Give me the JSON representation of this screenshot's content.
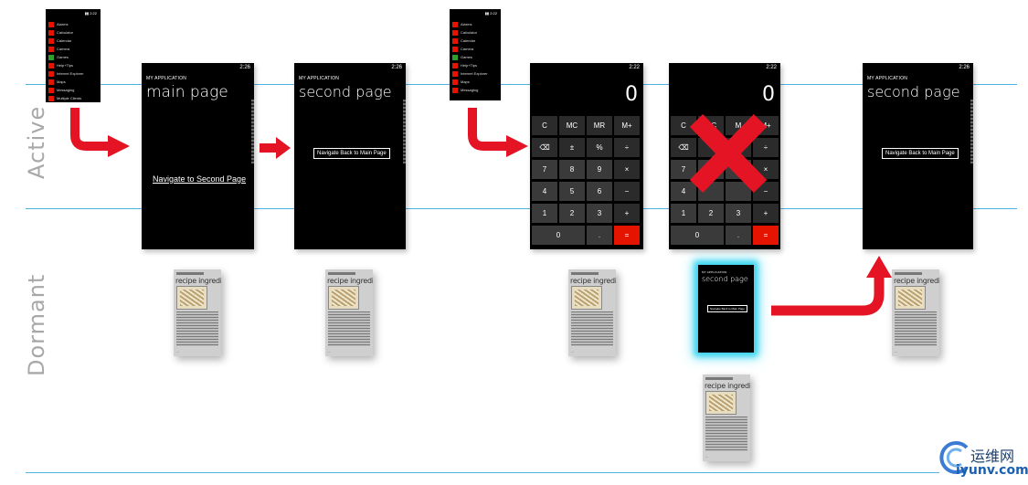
{
  "lanes": {
    "active": "Active",
    "dormant": "Dormant"
  },
  "colors": {
    "lane_line": "#4fb3e6",
    "arrow": "#e51425",
    "calc_accent": "#e51400",
    "glow": "#39d5f0",
    "dormant_label": "#a8a8a8"
  },
  "app_list": {
    "items": [
      "Alarms",
      "Calculator",
      "Calendar",
      "Camera",
      "Games",
      "Help+Tips",
      "Internet Explorer",
      "Maps",
      "Messaging",
      "Multiple Clients"
    ]
  },
  "screens": {
    "main": {
      "time": "2:26",
      "app_title": "MY APPLICATION",
      "page_title": "main page",
      "link": "Navigate to Second Page"
    },
    "second": {
      "time": "2:26",
      "app_title": "MY APPLICATION",
      "page_title": "second page",
      "button": "Navigate Back to Main Page"
    },
    "calc": {
      "time": "2:22",
      "display": "0",
      "keys": [
        "C",
        "MC",
        "MR",
        "M+",
        "⌫",
        "±",
        "%",
        "÷",
        "7",
        "8",
        "9",
        "×",
        "4",
        "5",
        "6",
        "−",
        "1",
        "2",
        "3",
        "+",
        "0",
        ".",
        "="
      ]
    },
    "calc2": {
      "time": "2:22",
      "display": "0",
      "keys": [
        "C",
        "MC",
        "M",
        "M+",
        "⌫",
        "",
        "",
        "÷",
        "7",
        "",
        "",
        "×",
        "4",
        "",
        "",
        "−",
        "1",
        "2",
        "3",
        "+",
        "0",
        ".",
        "="
      ]
    },
    "second_final": {
      "time": "2:26",
      "app_title": "MY APPLICATION",
      "page_title": "second page",
      "button": "Navigate Back to Main Page"
    },
    "dormant_second": {
      "app_title": "MY APPLICATION",
      "page_title": "second page",
      "button": "Navigate Back to Main Page"
    }
  },
  "recipe": {
    "title": "recipe ingredie",
    "footer": "..."
  },
  "watermark": {
    "cn": "运维网",
    "url": "iyunv.com",
    "icon": "c-swirl-icon"
  },
  "icons": {
    "red_arrow": "red-arrow-icon",
    "red_x": "red-x-icon"
  }
}
